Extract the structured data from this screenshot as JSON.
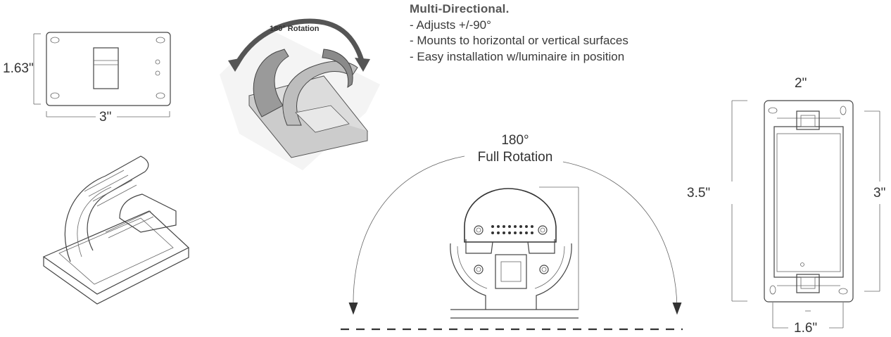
{
  "header": {
    "title": "Multi-Directional.",
    "bullets": [
      "- Adjusts +/-90°",
      "- Mounts to horizontal or vertical surfaces",
      "- Easy installation w/luminaire in position"
    ]
  },
  "top_view": {
    "height_label": "1.63\"",
    "width_label": "3\""
  },
  "rotation_view": {
    "badge": "180° Rotation"
  },
  "front_view": {
    "angle_label": "180°",
    "rotation_label": "Full Rotation"
  },
  "side_view": {
    "top_label": "2\"",
    "left_label": "3.5\"",
    "right_label": "3\"",
    "bottom_label": "1.6\""
  },
  "colors": {
    "line": "#444444",
    "arrow": "#555555",
    "text": "#333333"
  }
}
